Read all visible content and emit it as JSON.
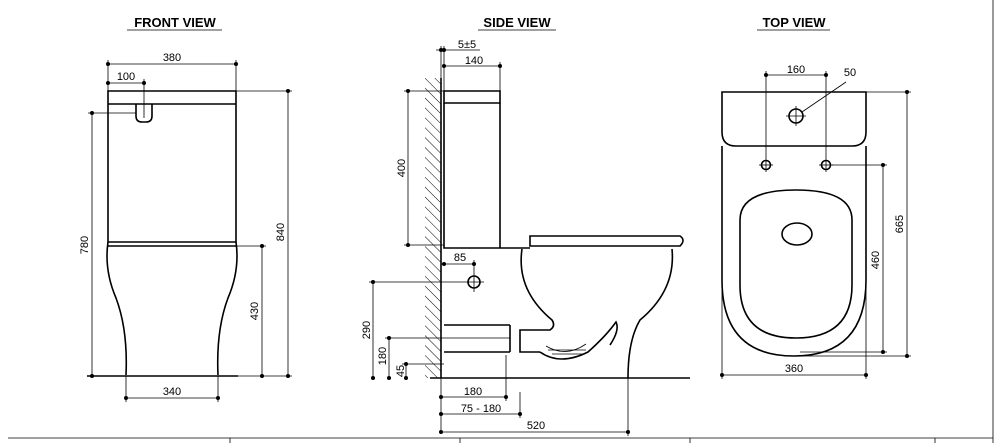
{
  "views": {
    "front": {
      "title": "FRONT VIEW",
      "dims": {
        "width_top": "380",
        "inlet_offset": "100",
        "height_total": "780",
        "height_overall": "840",
        "seat_height": "430",
        "base_width": "340"
      }
    },
    "side": {
      "title": "SIDE VIEW",
      "dims": {
        "wall_gap": "5±5",
        "tank_depth": "140",
        "tank_height": "400",
        "inlet_offset": "85",
        "outlet_height": "290",
        "outlet_height_low": "180",
        "floor_offset": "45",
        "outlet_depth": "180",
        "outlet_range": "75 - 180",
        "total_depth": "520"
      }
    },
    "top": {
      "title": "TOP VIEW",
      "dims": {
        "bolt_spacing": "160",
        "hole_diameter": "50",
        "bowl_length": "665",
        "seat_length": "460",
        "width": "360"
      }
    }
  }
}
